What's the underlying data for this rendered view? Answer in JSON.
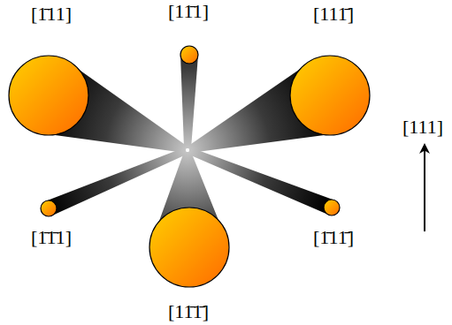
{
  "diagram": {
    "labels": [
      "[1̄11]",
      "[11̄1]",
      "[111̄]",
      "[1̄1̄1]",
      "[11̄1̄]",
      "[1̄11̄]",
      "[111]"
    ]
  }
}
